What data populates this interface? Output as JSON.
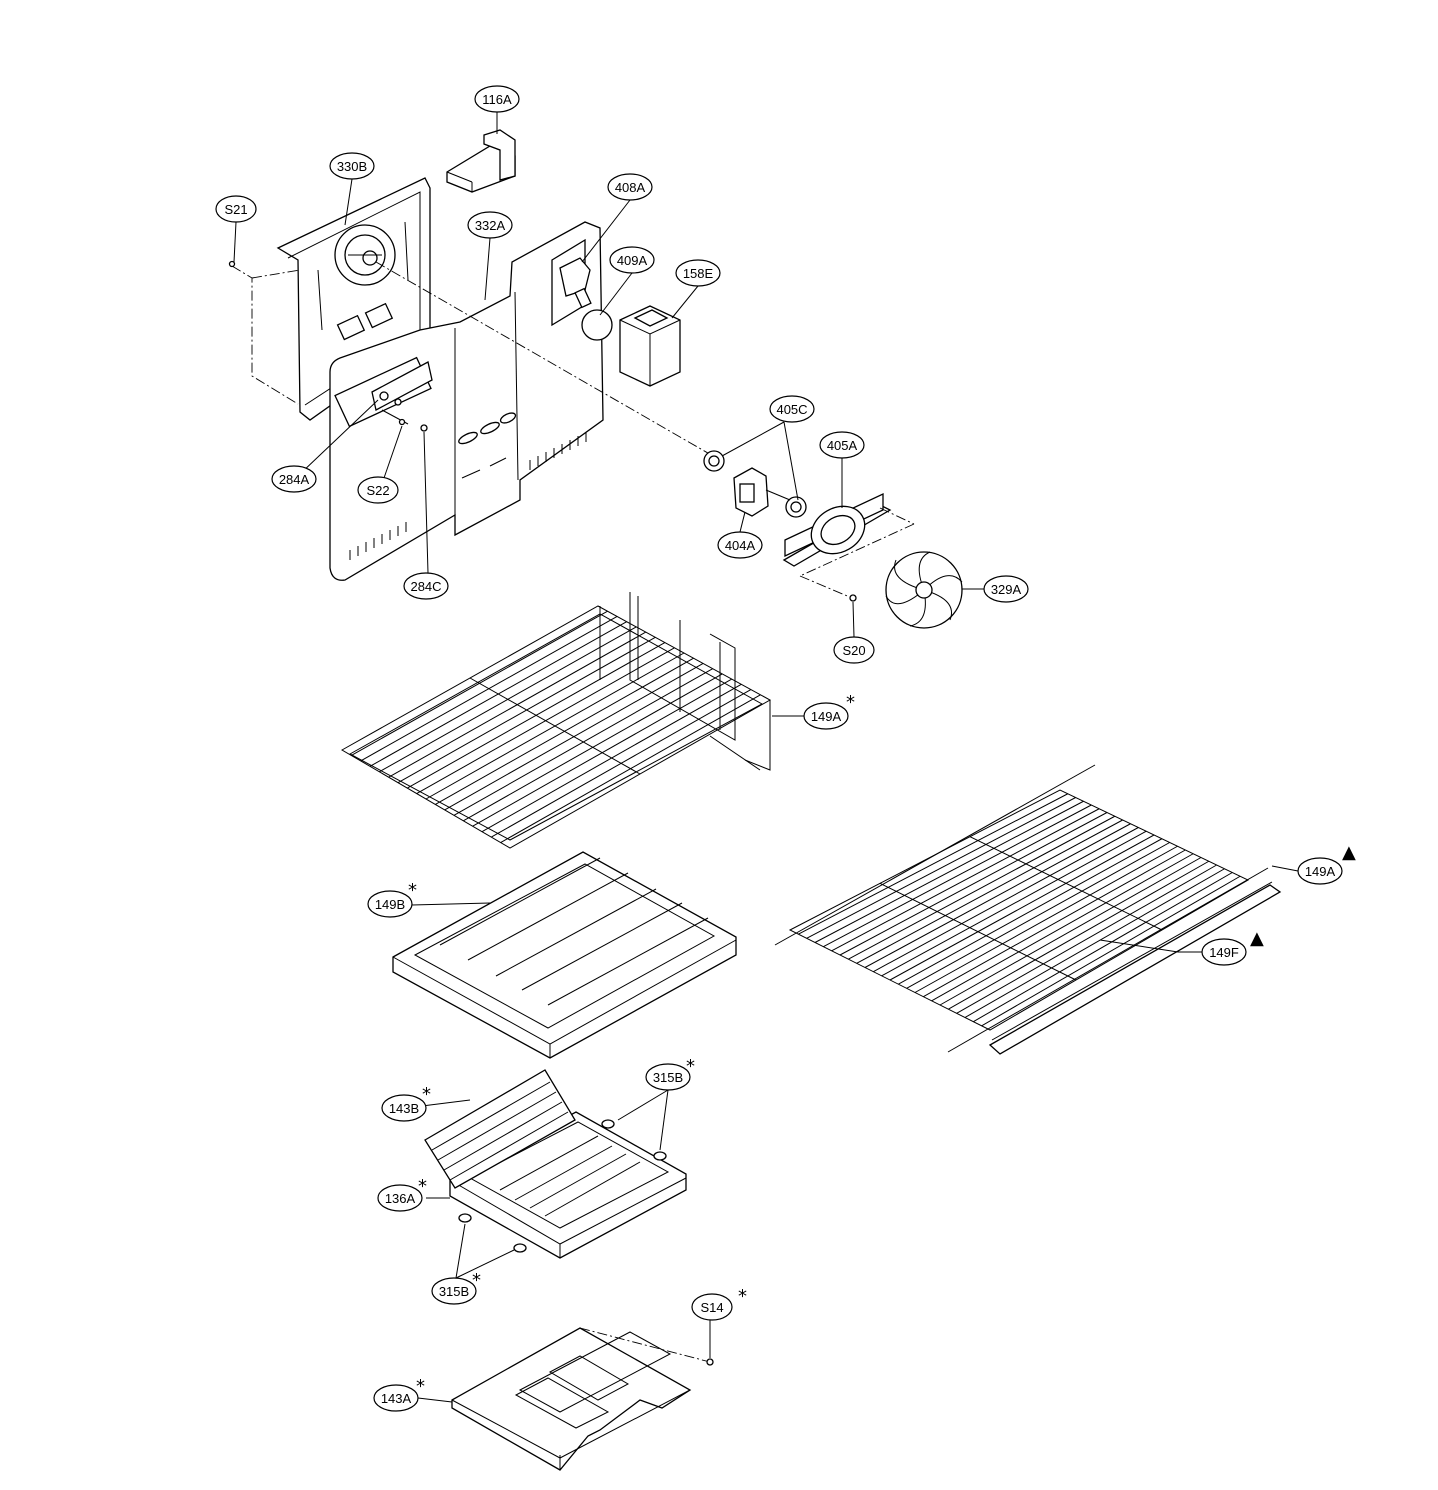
{
  "callouts": [
    {
      "id": "c-116a",
      "label": "116A",
      "mark": ""
    },
    {
      "id": "c-330b",
      "label": "330B",
      "mark": ""
    },
    {
      "id": "c-s21",
      "label": "S21",
      "mark": ""
    },
    {
      "id": "c-332a",
      "label": "332A",
      "mark": ""
    },
    {
      "id": "c-408a",
      "label": "408A",
      "mark": ""
    },
    {
      "id": "c-409a",
      "label": "409A",
      "mark": ""
    },
    {
      "id": "c-158e",
      "label": "158E",
      "mark": ""
    },
    {
      "id": "c-405c",
      "label": "405C",
      "mark": ""
    },
    {
      "id": "c-405a",
      "label": "405A",
      "mark": ""
    },
    {
      "id": "c-284a",
      "label": "284A",
      "mark": ""
    },
    {
      "id": "c-s22",
      "label": "S22",
      "mark": ""
    },
    {
      "id": "c-404a",
      "label": "404A",
      "mark": ""
    },
    {
      "id": "c-284c",
      "label": "284C",
      "mark": ""
    },
    {
      "id": "c-329a",
      "label": "329A",
      "mark": ""
    },
    {
      "id": "c-s20",
      "label": "S20",
      "mark": ""
    },
    {
      "id": "c-149a-1",
      "label": "149A",
      "mark": "*"
    },
    {
      "id": "c-149a-2",
      "label": "149A",
      "mark": "▲"
    },
    {
      "id": "c-149b",
      "label": "149B",
      "mark": "*"
    },
    {
      "id": "c-149f",
      "label": "149F",
      "mark": "▲"
    },
    {
      "id": "c-315b-1",
      "label": "315B",
      "mark": "*"
    },
    {
      "id": "c-143b",
      "label": "143B",
      "mark": "*"
    },
    {
      "id": "c-136a",
      "label": "136A",
      "mark": "*"
    },
    {
      "id": "c-315b-2",
      "label": "315B",
      "mark": "*"
    },
    {
      "id": "c-s14",
      "label": "S14",
      "mark": "*"
    },
    {
      "id": "c-143a",
      "label": "143A",
      "mark": "*"
    }
  ]
}
